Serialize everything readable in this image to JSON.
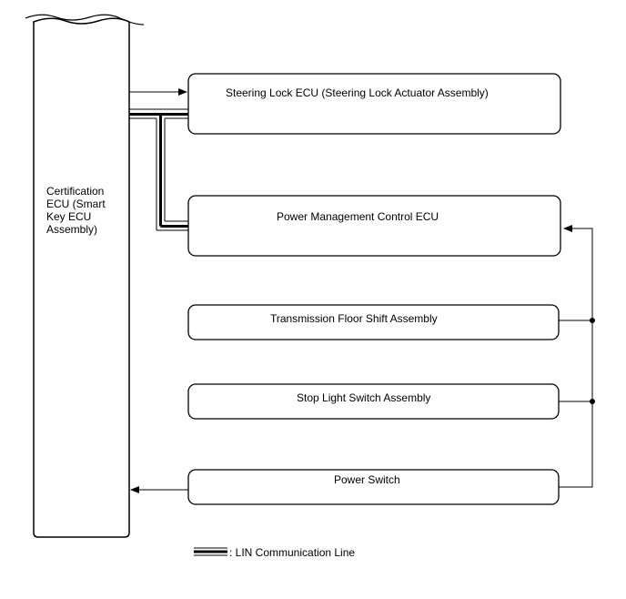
{
  "cert_ecu": {
    "label_lines": [
      "Certification",
      "ECU (Smart",
      "Key ECU",
      "Assembly)"
    ]
  },
  "boxes": {
    "steering_lock": "Steering Lock ECU (Steering Lock Actuator Assembly)",
    "power_mgmt": "Power Management Control ECU",
    "transmission": "Transmission Floor Shift Assembly",
    "stop_light": "Stop Light Switch Assembly",
    "power_switch": "Power Switch"
  },
  "legend": {
    "text": ": LIN Communication Line"
  }
}
